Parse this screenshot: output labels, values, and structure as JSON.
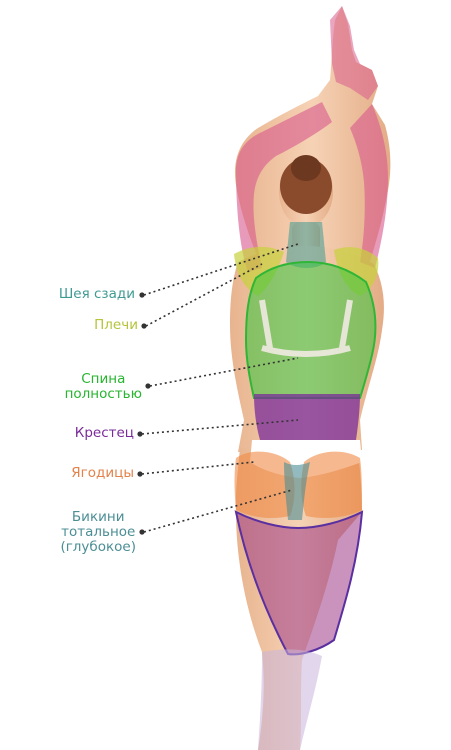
{
  "colors": {
    "neck": "#3f9a93",
    "shoulders": "#b6c43a",
    "back": "#27b52f",
    "sacrum": "#7a2b9a",
    "buttocks": "#e3824a",
    "bikini": "#4b8e95",
    "arms": "#d85c8e",
    "legs": "#b14a8a",
    "skin": "#f0c6a4",
    "connector": "#333333"
  },
  "labels": {
    "neck": "Шея сзади",
    "shoulders": "Плечи",
    "back_line1": "Спина",
    "back_line2": "полностью",
    "sacrum": "Крестец",
    "buttocks": "Ягодицы",
    "bikini_line1": "Бикини",
    "bikini_line2": "тотальное",
    "bikini_line3": "(глубокое)"
  }
}
